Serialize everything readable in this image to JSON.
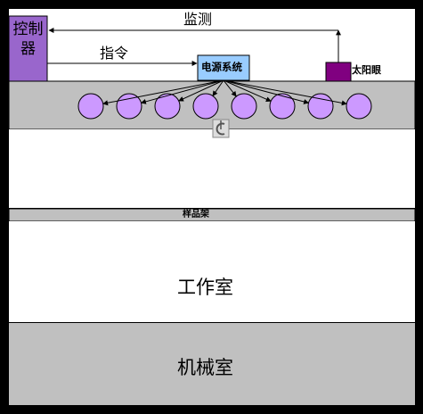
{
  "labels": {
    "controller": "控制器",
    "monitor": "监测",
    "command": "指令",
    "power_system": "电源系统",
    "solar_eye": "太阳眼",
    "sample_rack": "样品架",
    "work_chamber": "工作室",
    "machine_chamber": "机械室"
  },
  "colors": {
    "background": "#000000",
    "panel": "#ffffff",
    "band_gray": "#c0c0c0",
    "controller_box": "#9966cc",
    "power_box": "#99ccff",
    "lamp": "#cc99ff",
    "solar_eye_box": "#800080"
  },
  "lamps": {
    "count": 8
  }
}
